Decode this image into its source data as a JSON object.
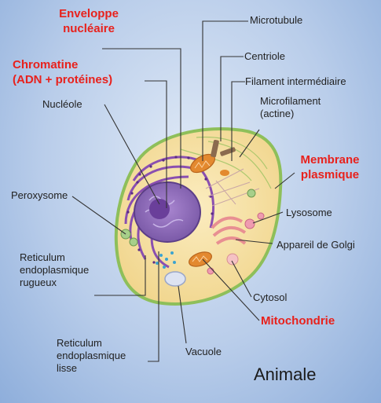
{
  "labels": {
    "enveloppe": "Enveloppe\nnucléaire",
    "microtubule": "Microtubule",
    "centriole": "Centriole",
    "chromatine": "Chromatine\n(ADN + protéines)",
    "filament": "Filament intermédiaire",
    "microfilament": "Microfilament\n(actine)",
    "nucleole": "Nucléole",
    "membrane": "Membrane\nplasmique",
    "peroxysome": "Peroxysome",
    "lysosome": "Lysosome",
    "golgi": "Appareil de Golgi",
    "reticulum_rugueux": "Reticulum\nendoplasmique\nrugueux",
    "cytosol": "Cytosol",
    "mitochondrie": "Mitochondrie",
    "reticulum_lisse": "Reticulum\nendoplasmique\nlisse",
    "vacuole": "Vacuole",
    "title": "Animale"
  },
  "colors": {
    "highlight": "#e8211c",
    "cytoplasm": "#f6dfa0",
    "membrane": "#8ebf5a",
    "nucleus": "#7b5aa8",
    "nucleolus": "#6a3f9a",
    "mitochondria": "#e3892f",
    "golgi": "#e88f92"
  }
}
